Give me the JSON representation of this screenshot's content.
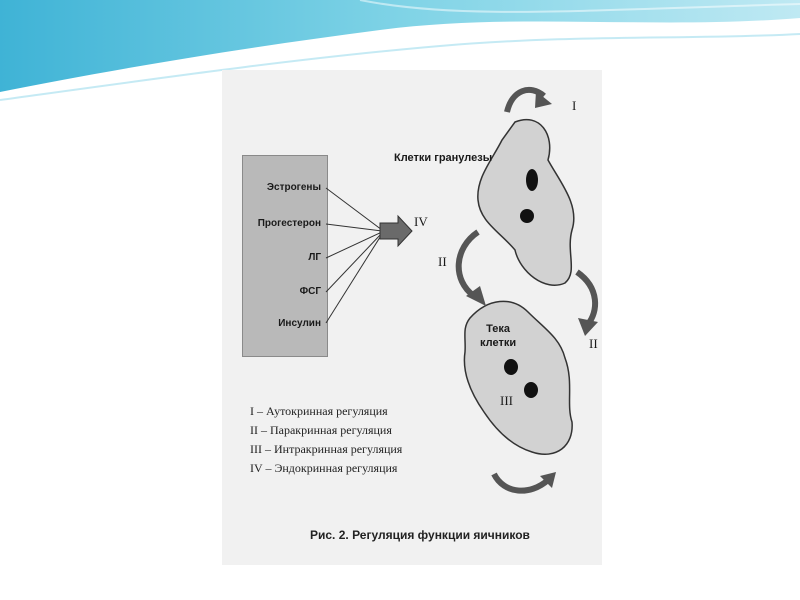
{
  "hormones": [
    "Эстрогены",
    "Прогестерон",
    "ЛГ",
    "ФСГ",
    "Инсулин"
  ],
  "labels": {
    "granulosa": "Клетки гранулезы",
    "theca": "Тека\nклетки",
    "roman_i": "I",
    "roman_ii_left": "II",
    "roman_ii_right": "II",
    "roman_iii": "III",
    "roman_iv": "IV"
  },
  "legend": [
    "I – Аутокринная регуляция",
    "II – Паракринная регуляция",
    "III – Интракринная регуляция",
    "IV – Эндокринная регуляция"
  ],
  "caption": "Рис. 2. Регуляция функции яичников",
  "colors": {
    "cell_fill": "#d2d2d2",
    "arrow": "#555555",
    "ink": "#1a1a1a",
    "wave_blue": "#5ec3dc"
  }
}
